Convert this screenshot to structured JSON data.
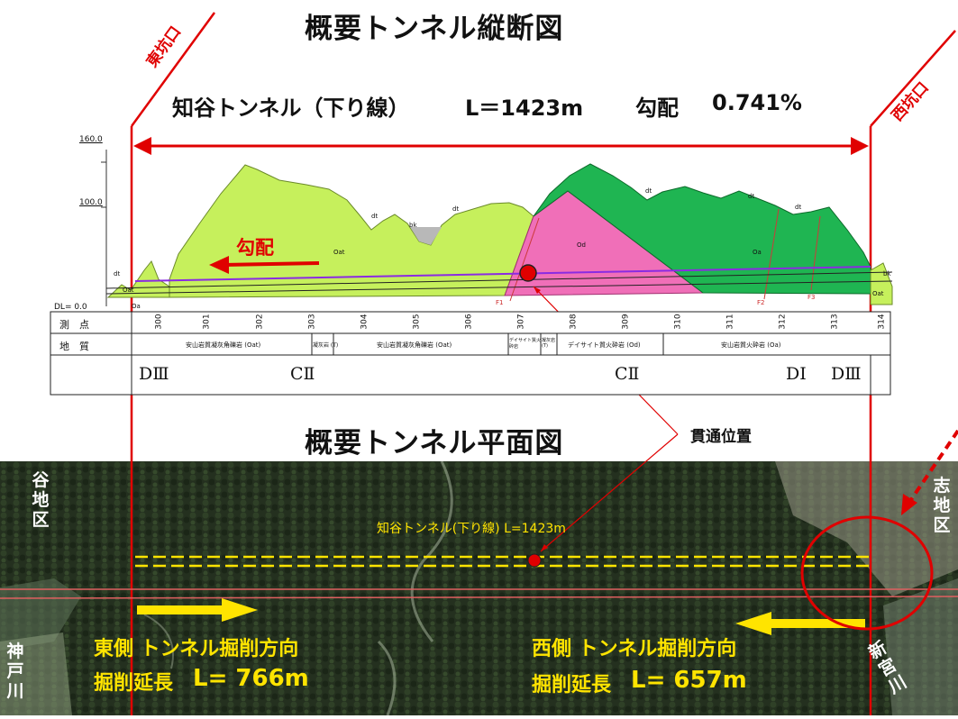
{
  "titles": {
    "profile": "概要トンネル縦断図",
    "plan": "概要トンネル平面図"
  },
  "subtitle": {
    "name": "知谷トンネル（下り線）",
    "length": "L＝1423m",
    "grade_label": "勾配",
    "grade_value": "0.741%"
  },
  "portals": {
    "east": "東坑口",
    "west": "西坑口"
  },
  "profile": {
    "y_ticks": [
      "160.0",
      "100.0"
    ],
    "dl_label": "DL=  0.0",
    "grade_arrow_label": "勾配",
    "labels": {
      "dt": "dt",
      "bk": "bk",
      "oat": "Oat",
      "od": "Od",
      "oa": "Oa",
      "bk2": "bk",
      "oat2": "Oat",
      "oat3": "Oat",
      "oa2": "Oa",
      "f1": "F1",
      "f2": "F2",
      "f3": "F3"
    },
    "table": {
      "row1_header": "測　点",
      "row2_header": "地　質",
      "stations": [
        "300",
        "301",
        "302",
        "303",
        "304",
        "305",
        "306",
        "307",
        "308",
        "309",
        "310",
        "311",
        "312",
        "313",
        "314"
      ],
      "geology": [
        "安山岩質凝灰角礫岩 (Oat)",
        "凝灰岩 (T)",
        "安山岩質凝灰角礫岩 (Oat)",
        "デイサイト質火砕岩",
        "凝灰岩 (T)",
        "デイサイト質火砕岩 (Od)",
        "安山岩質火砕岩 (Oa)"
      ],
      "rock_classes": [
        "DⅢ",
        "CⅡ",
        "CⅡ",
        "DⅠ",
        "DⅢ"
      ]
    }
  },
  "breakthrough_label": "貫通位置",
  "plan": {
    "tunnel_label": "知谷トンネル(下り線)  L=1423m",
    "east": {
      "direction": "東側  トンネル掘削方向",
      "length_label": "掘削延長",
      "length_value": "L=  766m"
    },
    "west": {
      "direction": "西側  トンネル掘削方向",
      "length_label": "掘削延長",
      "length_value": "L=  657m"
    },
    "district_left": "谷地区",
    "district_right": "志地区",
    "river_left": "神戸川",
    "river_right": "新宮川"
  },
  "colors": {
    "accent_red": "#e00000",
    "light_green": "#c6f05c",
    "dark_green": "#1fb552",
    "pink": "#f06fb8",
    "yellow": "#ffe400",
    "purple": "#8a2be2"
  }
}
